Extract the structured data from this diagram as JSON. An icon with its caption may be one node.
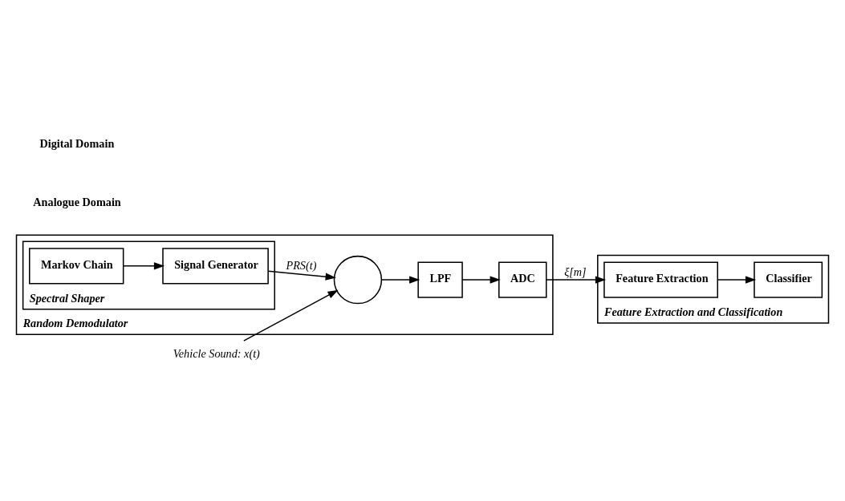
{
  "diagram": {
    "nodes": [
      {
        "text": [
          "Random Demodulator"
        ]
      },
      {
        "text": [
          "Spectral Shaper"
        ],
        "in": 0
      },
      {
        "text": [
          "Markov Chain"
        ],
        "in": 1
      },
      {
        "text": [
          "Signal Generator"
        ],
        "in": 1
      },
      {
        "text": [],
        "shape": "circle",
        "in": 0
      },
      {
        "text": [
          "LPF"
        ],
        "in": 0
      },
      {
        "text": [
          "ADC"
        ],
        "in": 0
      },
      {
        "text": [
          "Feature Extraction and Classification"
        ]
      },
      {
        "text": [
          "Feature Extraction"
        ],
        "in": 7
      },
      {
        "text": [
          "Classifier"
        ],
        "in": 7
      },
      {
        "text": [
          "Vehicle Sound: x(t)"
        ]
      }
    ],
    "edges": [
      {
        "from": 2,
        "to": 3,
        "arrow": "to"
      },
      {
        "from": 3,
        "to": 4,
        "arrow": "to",
        "label": "PRS(t)"
      },
      {
        "from": 10,
        "to": 4,
        "arrow": "to"
      },
      {
        "from": 4,
        "to": 5,
        "arrow": "to"
      },
      {
        "from": 5,
        "to": 6,
        "arrow": "to"
      },
      {
        "from": 6,
        "to": 8,
        "arrow": "to",
        "label": "ξ[m]"
      },
      {
        "from": 8,
        "to": 9,
        "arrow": "to"
      }
    ],
    "labels": [
      "Analogue Domain",
      "Digital Domain"
    ]
  }
}
